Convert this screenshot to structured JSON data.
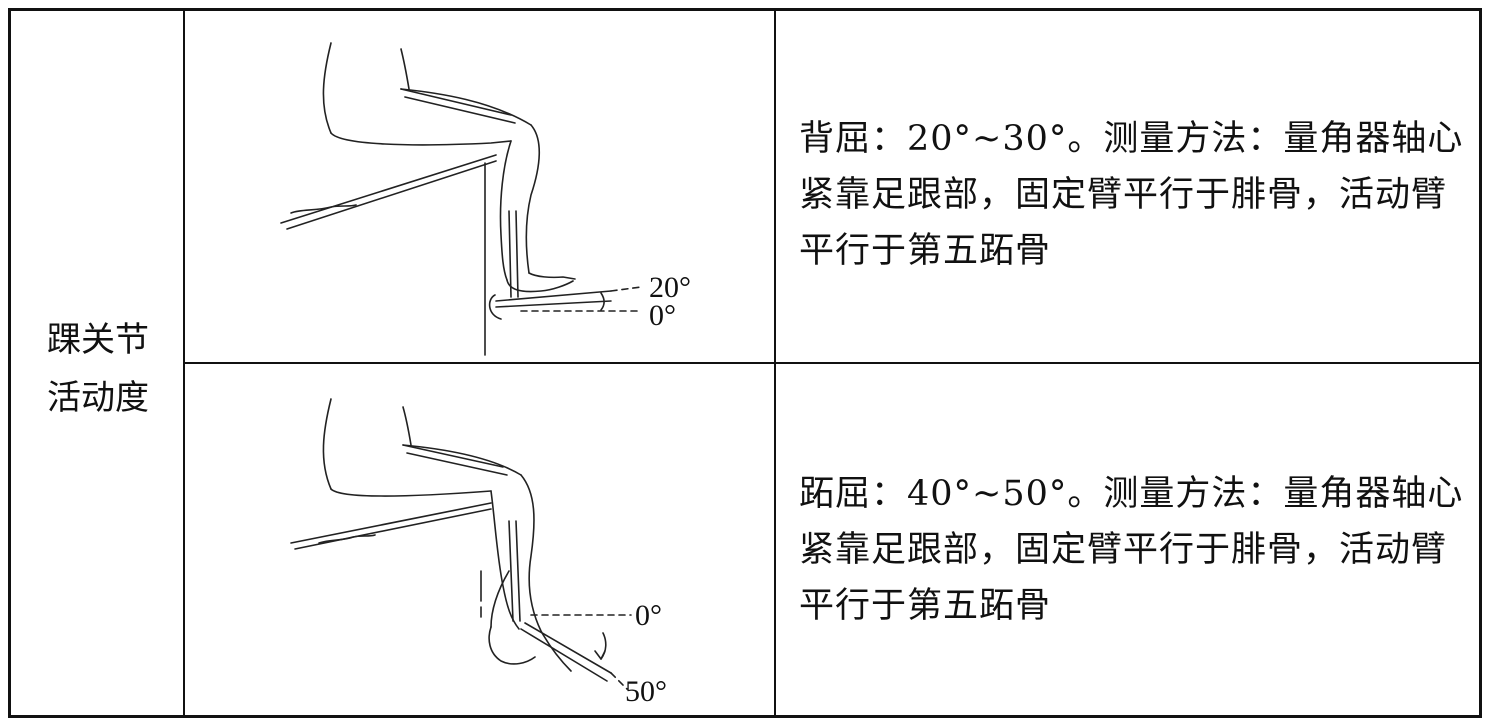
{
  "table": {
    "joint_label_line1": "踝关节",
    "joint_label_line2": "活动度",
    "rows": [
      {
        "description": "背屈：20°~30°。测量方法：量角器轴心紧靠足跟部，固定臂平行于腓骨，活动臂平行于第五跖骨",
        "illustration": {
          "angle_upper_label": "20°",
          "angle_lower_label": "0°"
        }
      },
      {
        "description": "跖屈：40°~50°。测量方法：量角器轴心紧靠足跟部，固定臂平行于腓骨，活动臂平行于第五跖骨",
        "illustration": {
          "angle_upper_label": "0°",
          "angle_lower_label": "50°"
        }
      }
    ]
  }
}
